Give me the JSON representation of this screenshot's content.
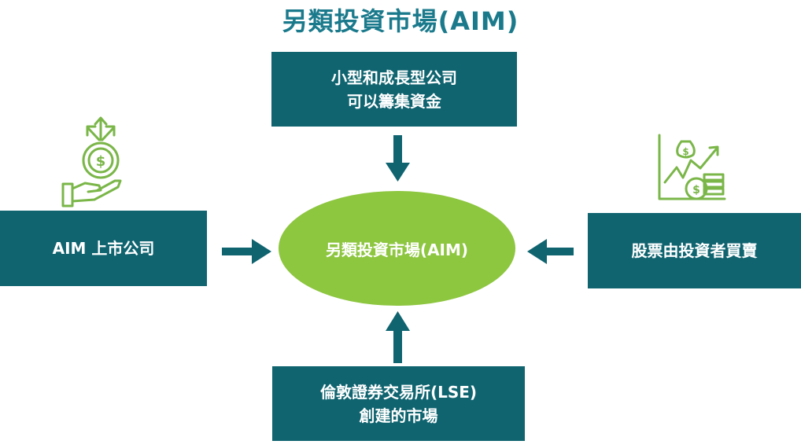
{
  "title": "另類投資市場(AIM)",
  "center": "另類投資市場(AIM)",
  "top_box": {
    "line1": "小型和成長型公司",
    "line2": "可以籌集資金"
  },
  "left_box": "AIM 上市公司",
  "right_box": "股票由投資者買賣",
  "bottom_box": {
    "line1": "倫敦證券交易所(LSE)",
    "line2": "創建的市場"
  },
  "icons": {
    "left": "money-hand-growth-icon",
    "right": "finance-chart-coins-icon"
  },
  "colors": {
    "box": "#0f6470",
    "title": "#1a7a8c",
    "ellipse": "#8dc63f",
    "arrow": "#0f6470",
    "icon": "#7ab648"
  }
}
